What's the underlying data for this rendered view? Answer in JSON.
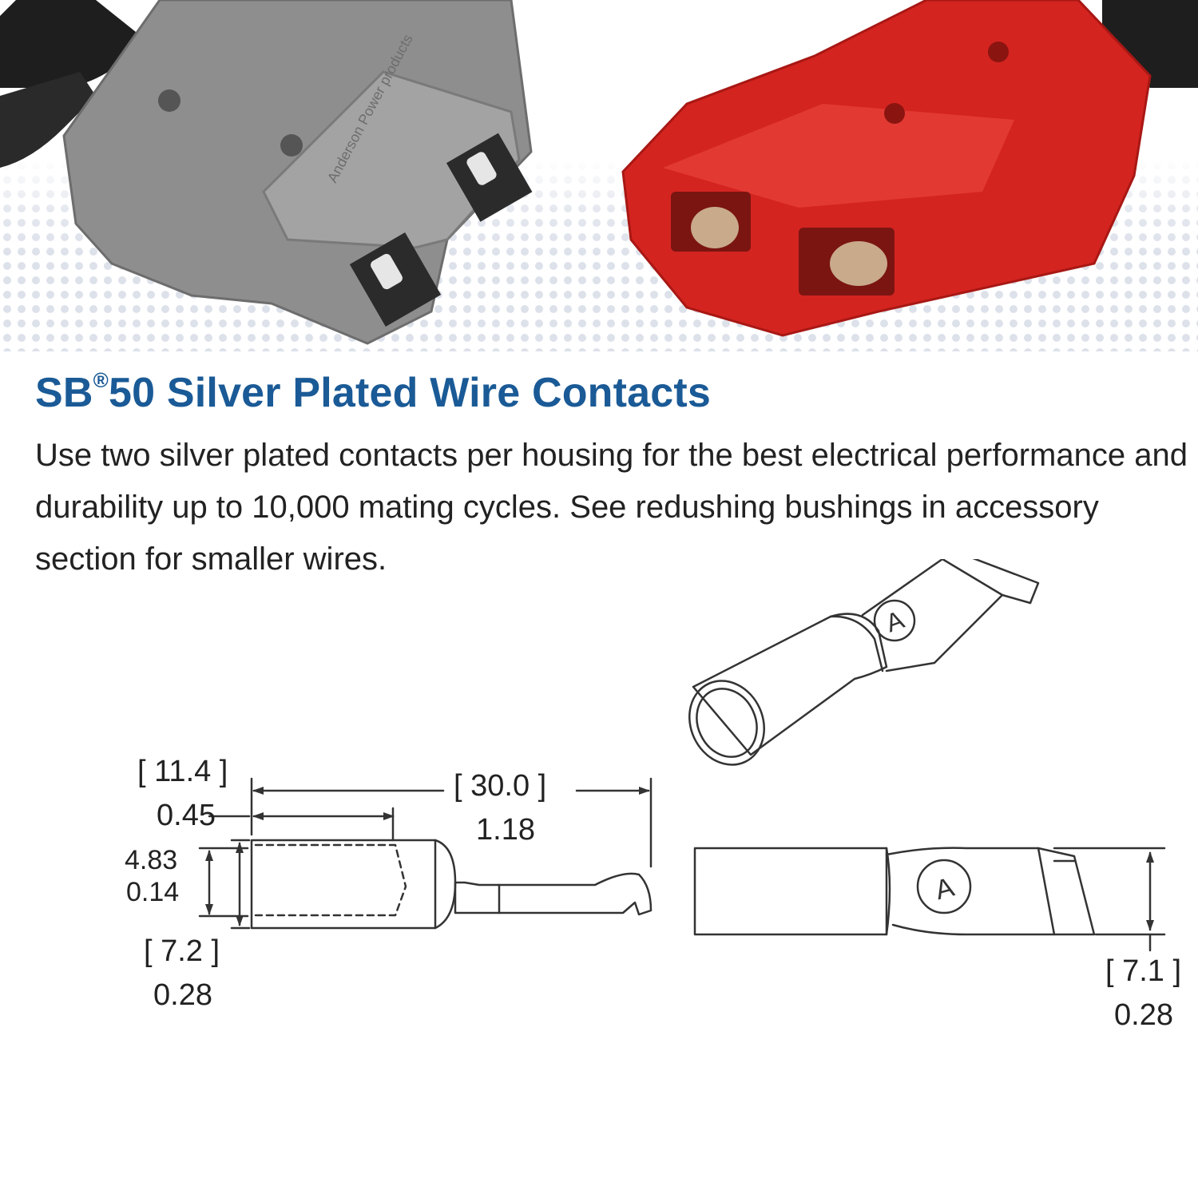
{
  "photo": {
    "left_connector": {
      "color": "gray",
      "hex": "#8e8e8e",
      "text": "Anderson Power products"
    },
    "right_connector": {
      "color": "red",
      "hex": "#d42420"
    }
  },
  "heading": {
    "prefix": "SB",
    "mark": "®",
    "suffix": "50 Silver Plated Wire Contacts"
  },
  "description": "Use two silver plated contacts per housing for the best electrical performance and durability up to 10,000 mating cycles.  See redushing bushings in accessory section for smaller wires.",
  "drawing": {
    "contact_mark": "A",
    "dimensions": {
      "barrel_length_mm": "[ 11.4 ]",
      "barrel_length_in": "0.45",
      "overall_length_mm": "[ 30.0 ]",
      "overall_length_in": "1.18",
      "wire_bore_mm": "4.83",
      "wire_bore_in": "0.14",
      "barrel_diameter_mm": "[ 7.2 ]",
      "barrel_diameter_in": "0.28",
      "tip_width_mm": "[ 7.1 ]",
      "tip_width_in": "0.28"
    }
  },
  "colors": {
    "heading": "#1a5a96",
    "text": "#222222",
    "line": "#333333"
  }
}
